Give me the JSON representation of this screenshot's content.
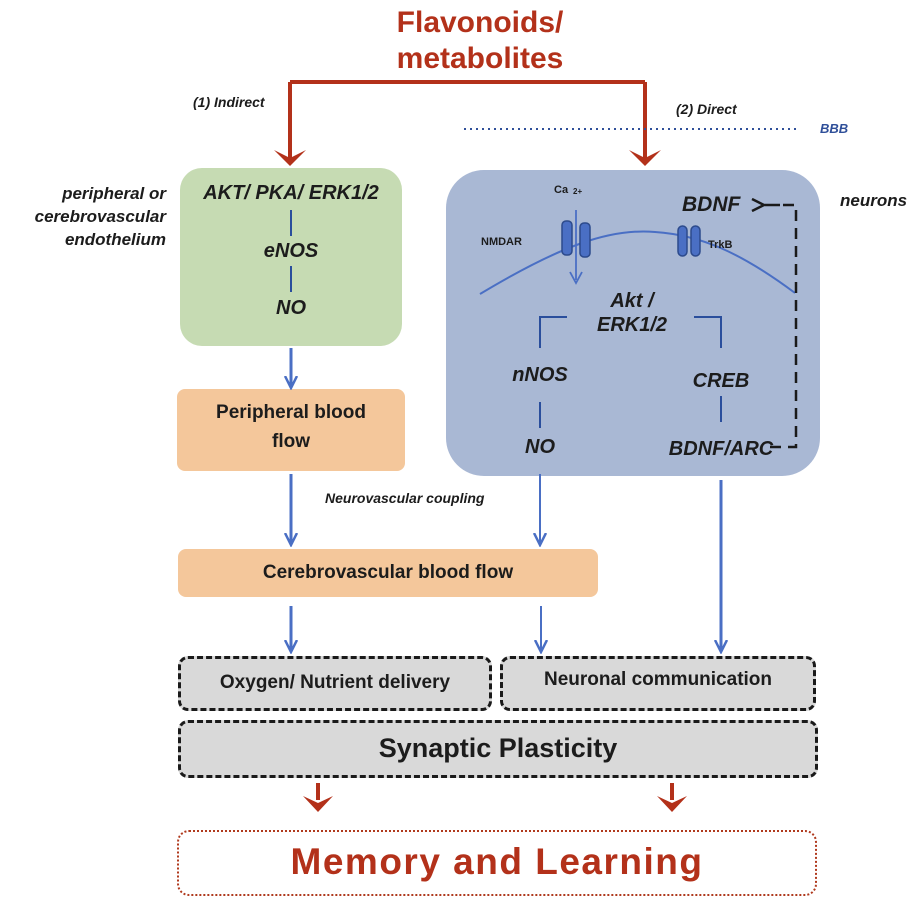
{
  "title": {
    "line1": "Flavonoids/",
    "line2": "metabolites"
  },
  "paths": {
    "indirect": "(1) Indirect",
    "direct": "(2) Direct",
    "bbb": "BBB"
  },
  "side_labels": {
    "endothelium": [
      "peripheral or",
      "cerebrovascular",
      "endothelium"
    ],
    "neurons": "neurons",
    "coupling": "Neurovascular coupling"
  },
  "endothelium_box": {
    "kinases": "AKT/ PKA/ ERK1/2",
    "enos": "eNOS",
    "no": "NO"
  },
  "peripheral_flow": [
    "Peripheral blood",
    "flow"
  ],
  "cerebro_flow": "Cerebrovascular blood flow",
  "neuron_box": {
    "ca": "Ca",
    "ca_charge": "2+",
    "nmdar": "NMDAR",
    "trkb": "TrkB",
    "bdnf": "BDNF",
    "akt": [
      "Akt /",
      "ERK1/2"
    ],
    "nnos": "nNOS",
    "no": "NO",
    "creb": "CREB",
    "bdnf_arc": "BDNF/ARC"
  },
  "outcomes": {
    "oxygen": "Oxygen/ Nutrient delivery",
    "neuronal": "Neuronal communication",
    "synaptic": "Synaptic Plasticity",
    "memory": "Memory and Learning"
  },
  "colors": {
    "red": "#b3311a",
    "blue_arrow": "#4a6fc4",
    "green_box": "#c6dbb3",
    "orange_box": "#f4c79b",
    "neuron_box": "#a9b8d4",
    "outcome_box": "#d9d9d9"
  }
}
